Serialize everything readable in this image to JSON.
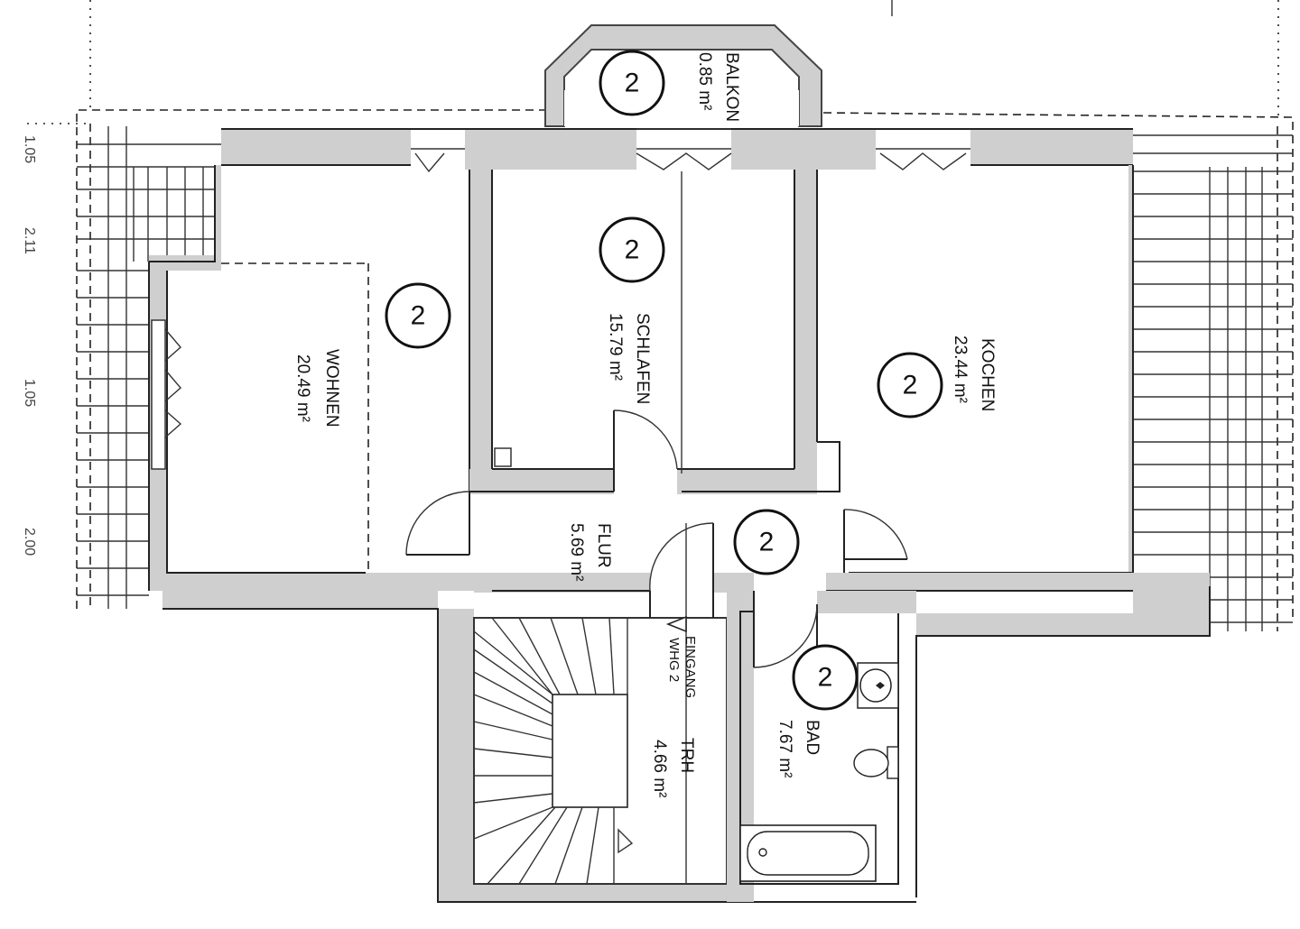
{
  "rooms": {
    "wohnen": {
      "name": "WOHNEN",
      "area": "20.49 m²",
      "marker": "2"
    },
    "schlafen": {
      "name": "SCHLAFEN",
      "area": "15.79 m²",
      "marker": "2"
    },
    "kochen": {
      "name": "KOCHEN",
      "area": "23.44 m²",
      "marker": "2"
    },
    "flur": {
      "name": "FLUR",
      "area": "5.69 m²",
      "marker": "2"
    },
    "balkon": {
      "name": "BALKON",
      "area": "0.85 m²",
      "marker": "2"
    },
    "bad": {
      "name": "BAD",
      "area": "7.67 m²",
      "marker": "2"
    },
    "trh": {
      "name": "TRH",
      "area": "4.66 m²"
    }
  },
  "entrance": {
    "line1": "EINGANG",
    "line2": "WHG 2"
  },
  "dimensions": [
    "1.05",
    "2.11",
    "1.05",
    "2.00"
  ],
  "colors": {
    "wall": "#cfcfcf",
    "line": "#222222",
    "background": "#ffffff"
  }
}
